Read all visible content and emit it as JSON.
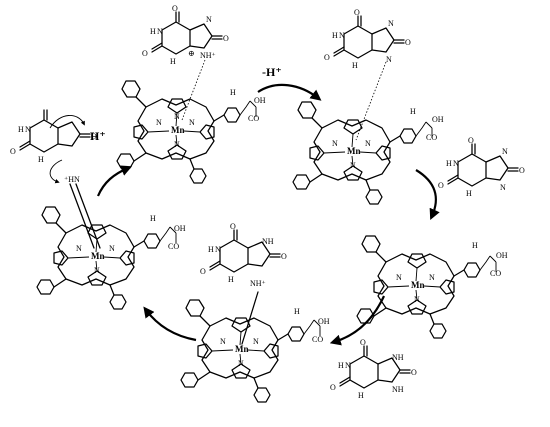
{
  "labels": {
    "metal": "Mn",
    "nitrogen": "N",
    "oxygen": "O",
    "hydrogen": "H",
    "hydroxyl": "OH",
    "carbonyl": "CO",
    "nh": "NH",
    "nh_plus": "NH⁺",
    "hn_plus": "⁺HN",
    "cation_mark": "⊕",
    "deprotonation": "-H⁺"
  },
  "colors": {
    "ink": "#000000",
    "background": "#ffffff"
  }
}
